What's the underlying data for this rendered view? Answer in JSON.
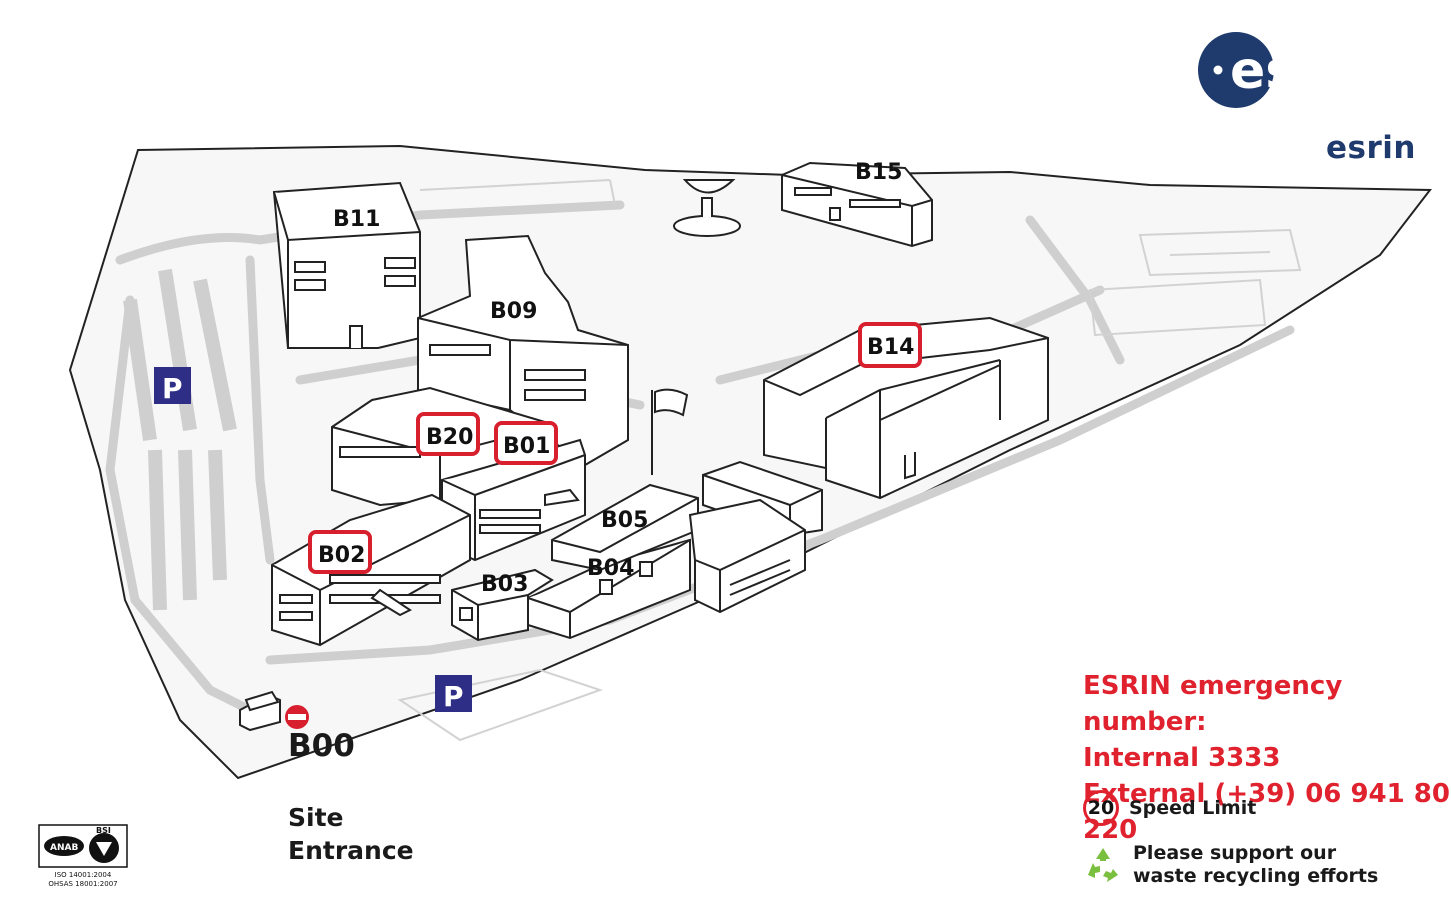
{
  "logo": {
    "text": "esa"
  },
  "site_name": "esrin",
  "buildings": {
    "b00": "B00",
    "b01": "B01",
    "b02": "B02",
    "b03": "B03",
    "b04": "B04",
    "b05": "B05",
    "b09": "B09",
    "b11": "B11",
    "b14": "B14",
    "b15": "B15",
    "b20": "B20"
  },
  "parking": {
    "symbol": "P"
  },
  "site_entrance": [
    "Site",
    "Entrance"
  ],
  "emergency": {
    "title": "ESRIN emergency number:",
    "internal": "Internal 3333",
    "external": "External (+39) 06 941 80 220"
  },
  "legend": {
    "speed_value": "20",
    "speed_label": "Speed Limit",
    "recycle_line1": "Please support our",
    "recycle_line2": "waste recycling efforts"
  },
  "certification": {
    "mark_left": "ANAB",
    "mark_right": "BSI",
    "line1": "ISO 14001:2004",
    "line2": "OHSAS 18001:2007"
  },
  "colors": {
    "highlight": "#d71f2d",
    "esa_blue": "#1f3a6d",
    "parking_bg": "#2e2e86",
    "recycle_green": "#7bbf3e"
  }
}
